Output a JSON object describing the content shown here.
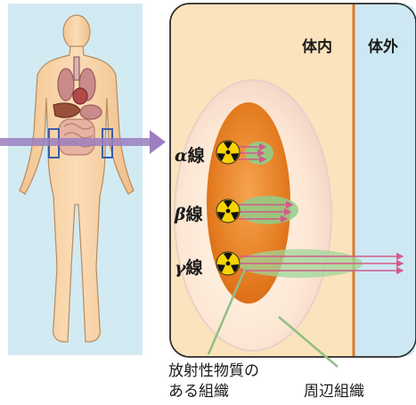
{
  "regions": {
    "inside_label": "体内",
    "outside_label": "体外"
  },
  "radiation": [
    {
      "symbol": "α",
      "suffix": "線"
    },
    {
      "symbol": "β",
      "suffix": "線"
    },
    {
      "symbol": "γ",
      "suffix": "線"
    }
  ],
  "labels": {
    "source_tissue_line1": "放射性物質の",
    "source_tissue_line2": "ある組織",
    "surrounding_tissue": "周辺組織"
  },
  "colors": {
    "body_panel_bg": "#d2eaf2",
    "skin": "#f6d3a9",
    "inside_bg": "#fbe3bd",
    "outside_bg": "#cde8f2",
    "boundary": "#d97a2a",
    "tissue_orange": "#e6862e",
    "ray_green": "#8fce8a",
    "arrow_pink": "#d45a8a",
    "pointer_arrow": "#9b7fc0",
    "hazard_yellow": "#f6d400"
  },
  "icons": [
    "human-body-icon",
    "radiation-hazard-icon"
  ]
}
